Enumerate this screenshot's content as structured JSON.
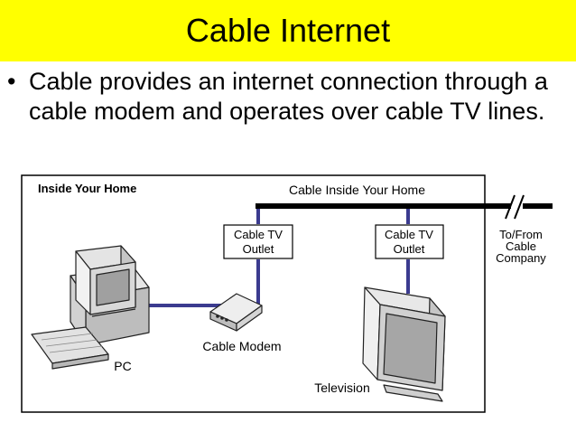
{
  "slide": {
    "title": "Cable Internet",
    "bullet_symbol": "•",
    "bullet_text": "Cable provides an internet connection through a cable modem and operates over cable TV lines."
  },
  "diagram": {
    "inside_home_label": "Inside Your Home",
    "cable_inside_label": "Cable Inside Your Home",
    "outlet_left_line1": "Cable TV",
    "outlet_left_line2": "Outlet",
    "outlet_right_line1": "Cable TV",
    "outlet_right_line2": "Outlet",
    "company_line1": "To/From",
    "company_line2": "Cable",
    "company_line3": "Company",
    "pc_label": "PC",
    "modem_label": "Cable Modem",
    "tv_label": "Television"
  },
  "colors": {
    "title_bar": "#ffff00",
    "cable_main": "#000000",
    "cable_link": "#3b3b8f"
  }
}
